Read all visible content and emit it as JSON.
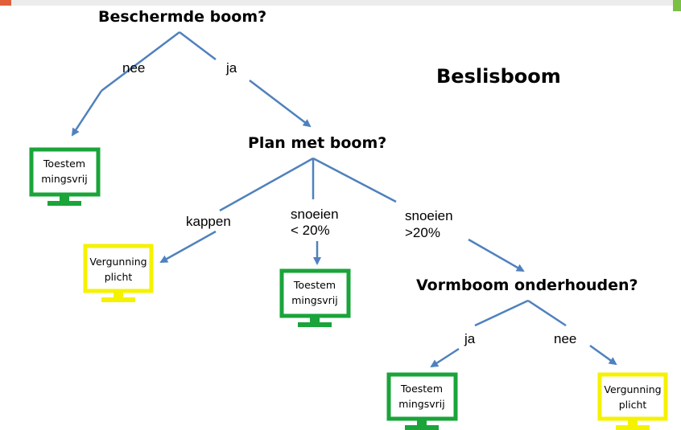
{
  "title": "Beslisboom",
  "colors": {
    "line": "#4f81bd",
    "green": "#1aa43a",
    "yellow": "#f5f200",
    "accent_orange": "#e0603a",
    "accent_green": "#7ac143"
  },
  "questions": {
    "q1": "Beschermde boom?",
    "q2": "Plan met boom?",
    "q3": "Vormboom onderhouden?"
  },
  "edge_labels": {
    "q1_no": "nee",
    "q1_yes": "ja",
    "q2_cut": "kappen",
    "q2_prune_small_1": "snoeien",
    "q2_prune_small_2": "< 20%",
    "q2_prune_large_1": "snoeien",
    "q2_prune_large_2": ">20%",
    "q3_yes": "ja",
    "q3_no": "nee"
  },
  "outcomes": {
    "free_1": {
      "line1": "Toestem",
      "line2": "mingsvrij",
      "color": "green"
    },
    "permit_1": {
      "line1": "Vergunning",
      "line2": "plicht",
      "color": "yellow"
    },
    "free_2": {
      "line1": "Toestem",
      "line2": "mingsvrij",
      "color": "green"
    },
    "free_3": {
      "line1": "Toestem",
      "line2": "mingsvrij",
      "color": "green"
    },
    "permit_2": {
      "line1": "Vergunning",
      "line2": "plicht",
      "color": "yellow"
    }
  }
}
